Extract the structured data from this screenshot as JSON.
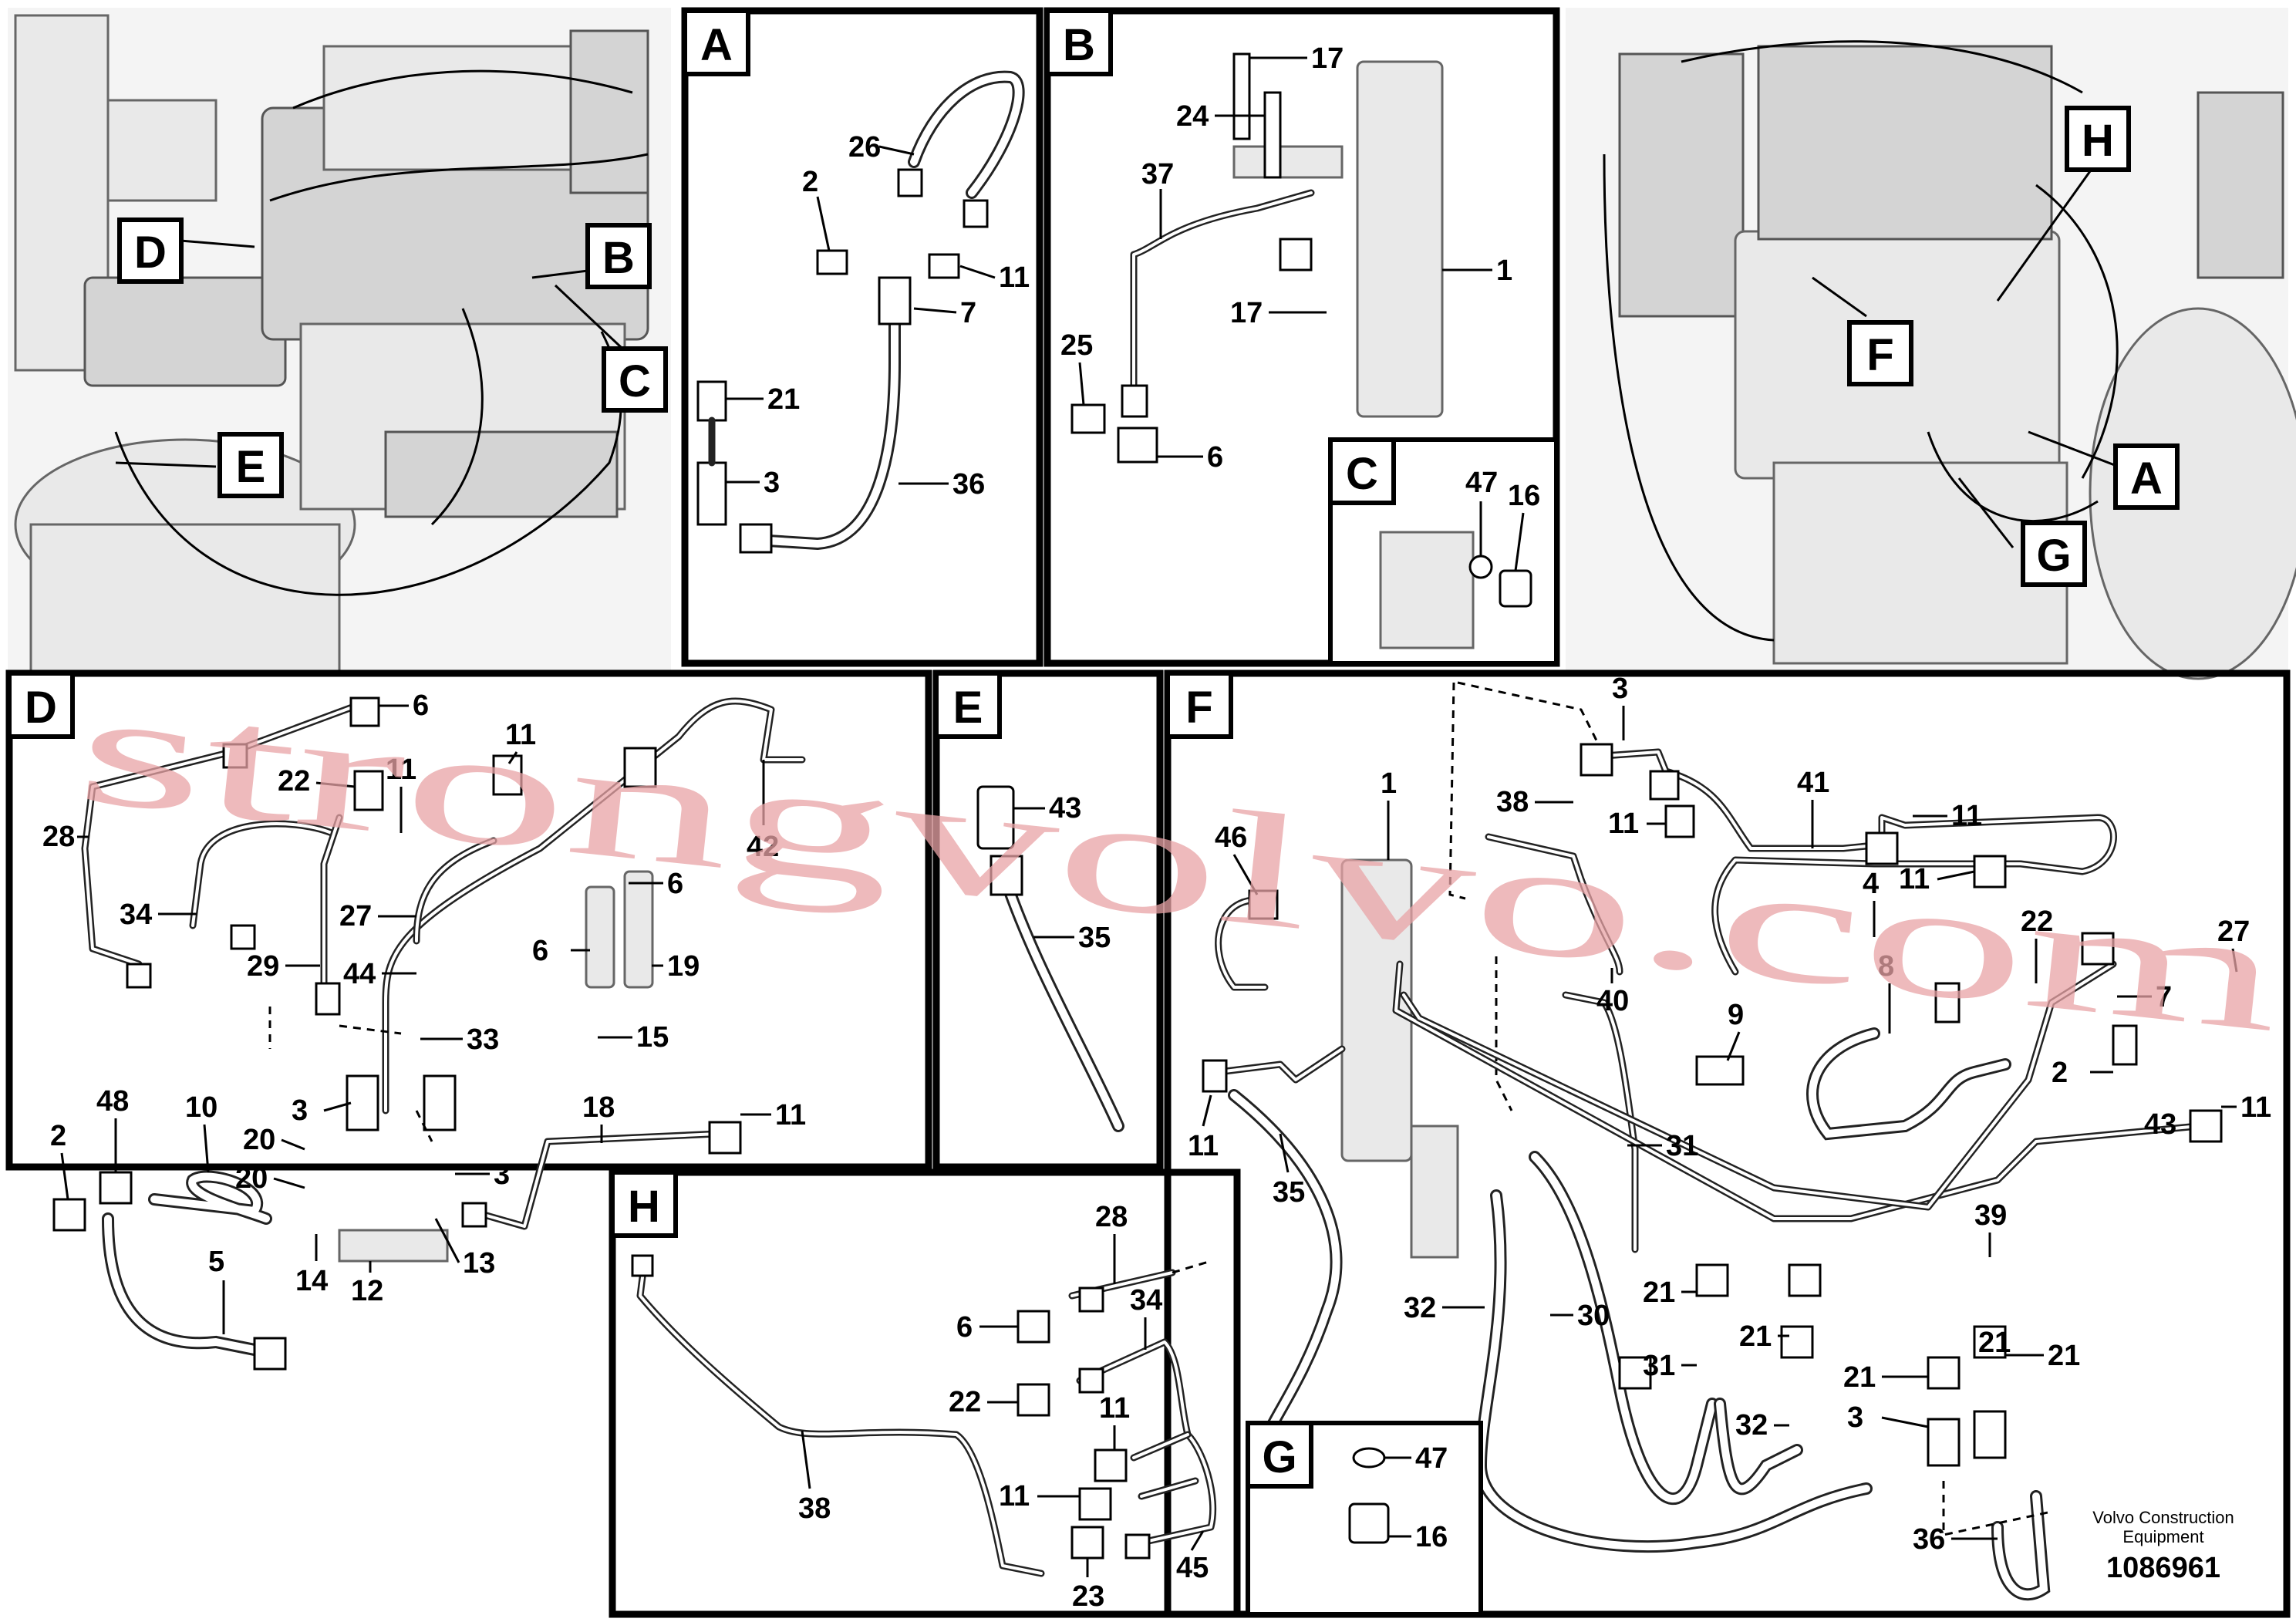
{
  "panels": {
    "A": "A",
    "B": "B",
    "C": "C",
    "D": "D",
    "E": "E",
    "F": "F",
    "G": "G",
    "H": "H"
  },
  "callouts_left": [
    "D",
    "B",
    "C",
    "E"
  ],
  "callouts_right": [
    "H",
    "F",
    "A",
    "G"
  ],
  "panel_a": {
    "numbers": [
      "26",
      "2",
      "11",
      "7",
      "21",
      "3",
      "36"
    ]
  },
  "panel_b": {
    "numbers": [
      "17",
      "24",
      "37",
      "1",
      "17",
      "25",
      "6"
    ]
  },
  "panel_c": {
    "numbers": [
      "47",
      "16"
    ]
  },
  "panel_d": {
    "numbers": [
      "6",
      "22",
      "11",
      "11",
      "28",
      "34",
      "27",
      "29",
      "44",
      "6",
      "6",
      "19",
      "15",
      "42",
      "33",
      "3",
      "48",
      "10",
      "20",
      "20",
      "2",
      "14",
      "13",
      "12",
      "5",
      "18",
      "11",
      "3"
    ]
  },
  "panel_e": {
    "numbers": [
      "43",
      "35"
    ]
  },
  "panel_f": {
    "numbers": [
      "3",
      "38",
      "11",
      "41",
      "11",
      "1",
      "46",
      "4",
      "11",
      "22",
      "27",
      "8",
      "7",
      "9",
      "40",
      "2",
      "43",
      "11",
      "11",
      "35",
      "31",
      "39",
      "32",
      "30",
      "21",
      "21",
      "31",
      "21",
      "32",
      "21",
      "3",
      "21",
      "36"
    ]
  },
  "panel_g": {
    "numbers": [
      "47",
      "16"
    ]
  },
  "panel_h": {
    "numbers": [
      "28",
      "6",
      "34",
      "22",
      "11",
      "11",
      "38",
      "23",
      "45"
    ]
  },
  "footer": {
    "vendor_line1": "Volvo Construction",
    "vendor_line2": "Equipment",
    "part_number": "1086961"
  },
  "watermark": "strongvolvo.com"
}
